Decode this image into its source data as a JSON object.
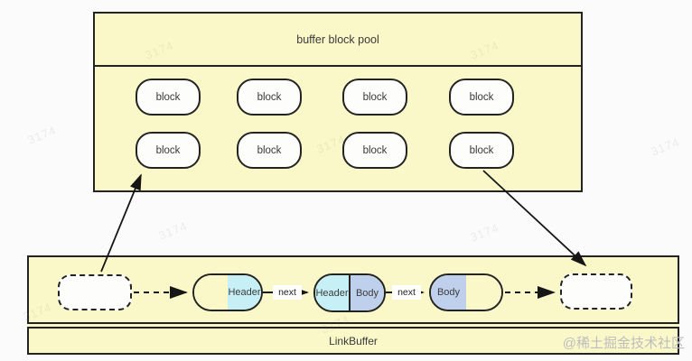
{
  "pool": {
    "title": "buffer block pool",
    "blocks": [
      "block",
      "block",
      "block",
      "block",
      "block",
      "block",
      "block",
      "block"
    ]
  },
  "linkbuffer": {
    "label": "LinkBuffer",
    "nodes": {
      "node1": {
        "left": "",
        "right": "Header"
      },
      "node2": {
        "left": "Header",
        "right": "Body"
      },
      "node3": {
        "left": "Body",
        "right": ""
      }
    },
    "edge_labels": [
      "next",
      "next"
    ]
  },
  "watermarks": {
    "diagonal": "3174",
    "site_credit": "@稀土掘金技术社区"
  },
  "colors": {
    "yellow": "#FAF8C8",
    "cyan": "#C6F0F5",
    "periwinkle": "#BFD0EC",
    "line": "#232323",
    "text": "#3A3A3A",
    "node_white": "#FDFDFB",
    "watermark_gray": "#BDBDBD",
    "page_bg": "#FBFBFB"
  }
}
